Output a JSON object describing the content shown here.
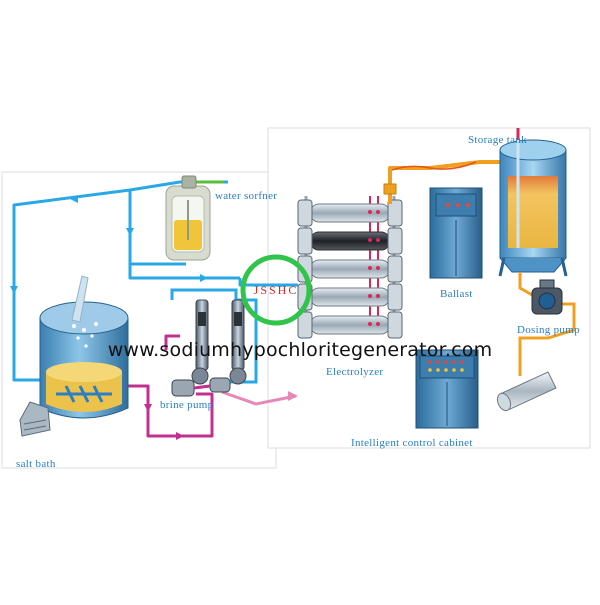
{
  "labels": {
    "water_softener": "water sorfner",
    "storage_tank": "Storage tank",
    "ballast": "Ballast",
    "dosing_pump": "Dosing pump",
    "electrolyzer": "Electrolyzer",
    "brine_pump": "brine pump",
    "salt_bath": "salt bath",
    "control_cabinet": "Intelligent control cabinet"
  },
  "brand_mark": "JSSHC",
  "watermark": "www.sodiumhypochloritegenerator.com",
  "colors": {
    "water_line": "#29a8e6",
    "brine_line": "#c0308c",
    "product_line": "#f0a020",
    "hot_line": "#e8531f",
    "signal_line": "#d8285a",
    "brand_ring": "#31c44a",
    "label_text": "#2a7fc0"
  }
}
